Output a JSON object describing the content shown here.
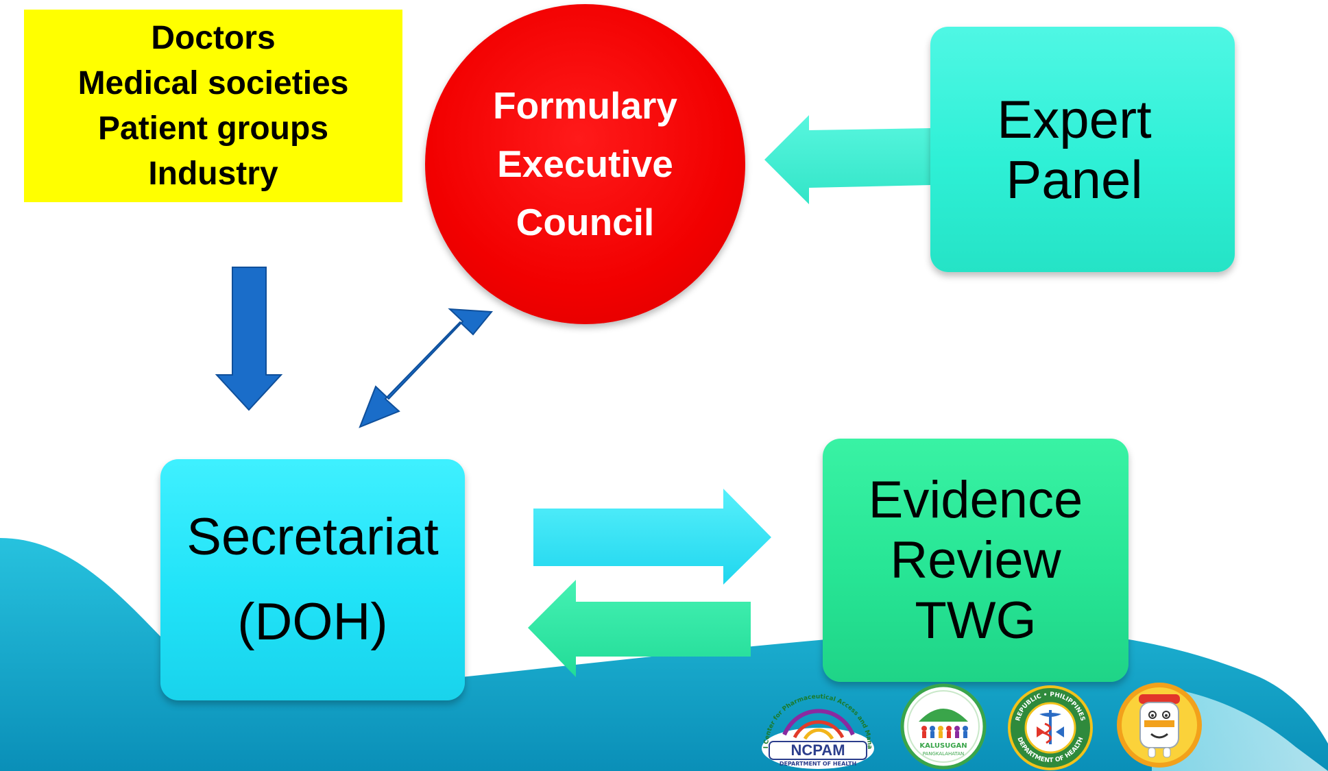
{
  "stakeholders": {
    "lines": [
      "Doctors",
      "Medical societies",
      "Patient groups",
      "Industry"
    ]
  },
  "council": {
    "lines": [
      "Formulary",
      "Executive",
      "Council"
    ]
  },
  "expert_panel": {
    "lines": [
      "Expert",
      "Panel"
    ]
  },
  "secretariat": {
    "lines": [
      "Secretariat",
      "(DOH)"
    ]
  },
  "evidence_review": {
    "lines": [
      "Evidence",
      "Review",
      "TWG"
    ]
  },
  "logos": {
    "ncpam": {
      "name": "NCPAM",
      "subtitle": "DEPARTMENT OF HEALTH",
      "arc_text": "National Center for Pharmaceutical Access and Management"
    },
    "kalusugan": {
      "name": "KALUSUGAN",
      "subtitle": "PANGKALAHATAN"
    },
    "doh_seal": {
      "top_text": "REPUBLIC • PHILIPPINES",
      "bottom_text": "DEPARTMENT OF HEALTH"
    },
    "mascot": {
      "icon": "medicine-mascot-icon"
    }
  },
  "colors": {
    "stakeholders_bg": "#ffff00",
    "council_bg": "#f20000",
    "expert_bg": "#2ef0d6",
    "secretariat_bg": "#21e3f8",
    "evidence_bg": "#27e595",
    "blue_arrow": "#1a6dc9",
    "wave": "#0fa6c9"
  }
}
